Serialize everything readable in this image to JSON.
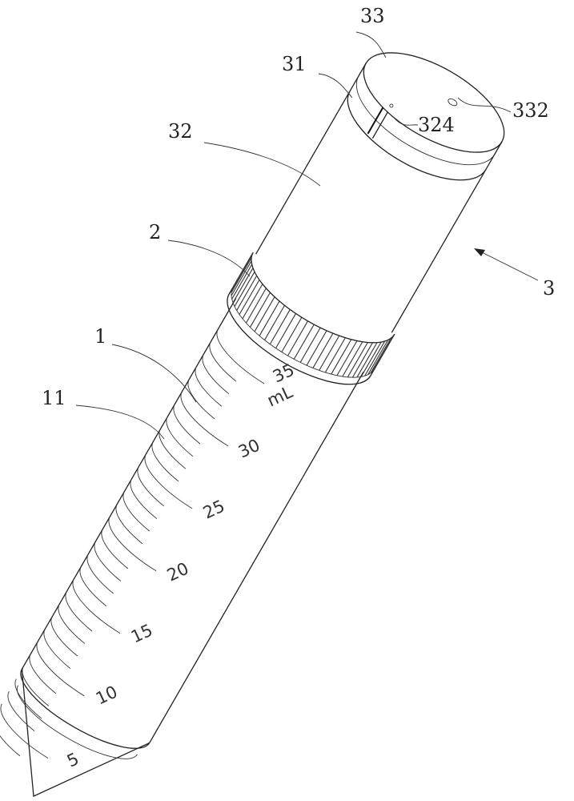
{
  "figure": {
    "callouts": {
      "c33": "33",
      "c31": "31",
      "c332": "332",
      "c324": "324",
      "c32": "32",
      "c2": "2",
      "c3": "3",
      "c1": "1",
      "c11": "11"
    },
    "graduations": [
      "35",
      "30",
      "25",
      "20",
      "15",
      "10",
      "5"
    ],
    "unit": "mL"
  }
}
